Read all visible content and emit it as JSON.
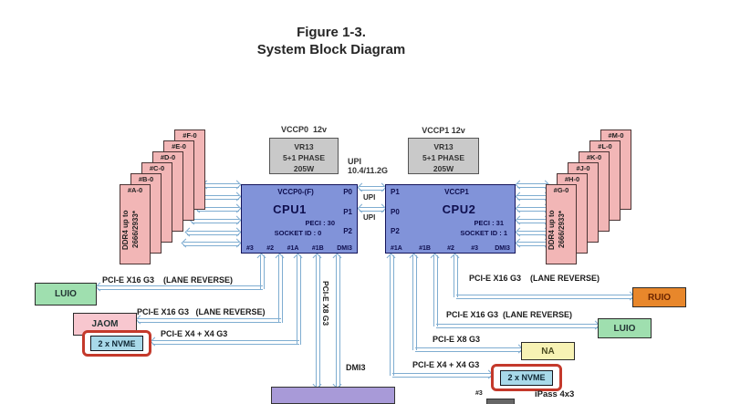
{
  "title": {
    "line1": "Figure 1-3.",
    "line2": "System Block Diagram"
  },
  "power": {
    "left": {
      "supply": "VCCP0  12v",
      "name": "VR13",
      "phase": "5+1 PHASE",
      "watts": "205W"
    },
    "right": {
      "supply": "VCCP1 12v",
      "name": "VR13",
      "phase": "5+1 PHASE",
      "watts": "205W"
    }
  },
  "upi": {
    "name": "UPI",
    "speed": "10.4/11.2G",
    "link1": "UPI",
    "link2": "UPI"
  },
  "cpu1": {
    "top_label": "VCCP0-(F)",
    "name": "CPU1",
    "peci": "PECI : 30",
    "socket": "SOCKET ID : 0",
    "ports_right": [
      "P0",
      "P1",
      "P2"
    ],
    "ports_bottom": [
      "#3",
      "#2",
      "#1A",
      "#1B",
      "DMI3"
    ]
  },
  "cpu2": {
    "top_label": "VCCP1",
    "name": "CPU2",
    "peci": "PECI : 31",
    "socket": "SOCKET ID : 1",
    "ports_left": [
      "P1",
      "P0",
      "P2"
    ],
    "ports_bottom": [
      "#1A",
      "#1B",
      "#2",
      "#3",
      "DMI3"
    ]
  },
  "memory_left": {
    "front_line1": "DDR4 up to",
    "front_line2": "2666/2933*",
    "slots": [
      "#A-0",
      "#B-0",
      "#C-0",
      "#D-0",
      "#E-0",
      "#F-0"
    ]
  },
  "memory_right": {
    "front_line1": "DDR4 up to",
    "front_line2": "2666/2933*",
    "slots": [
      "#G-0",
      "#H-0",
      "#J-0",
      "#K-0",
      "#L-0",
      "#M-0"
    ]
  },
  "left_links": {
    "luio": {
      "label": "PCI-E X16 G3    (LANE REVERSE)",
      "target": "LUIO"
    },
    "jaom": {
      "label": "PCI-E X16 G3   (LANE REVERSE)",
      "target": "JAOM"
    },
    "nvme": {
      "label": "PCI-E X4 + X4 G3",
      "target": "2 x NVME"
    }
  },
  "center_links": {
    "pcie_x8": "PCI-E X8 G3",
    "dmi3": "DMI3"
  },
  "right_links": {
    "ruio": {
      "label": "PCI-E X16 G3    (LANE REVERSE)",
      "target": "RUIO"
    },
    "luio": {
      "label": "PCI-E X16 G3  (LANE REVERSE)",
      "target": "LUIO"
    },
    "na": {
      "label": "PCI-E X8 G3",
      "target": "NA"
    },
    "nvme": {
      "label": "PCI-E X4 + X4 G3",
      "target": "2 x NVME"
    }
  },
  "bottom_right": {
    "ipass": "iPass 4x3",
    "port": "#3"
  },
  "colors": {
    "cpu": "#8193d9",
    "vr": "#c9c9c9",
    "ddr": "#f2b6b6",
    "luio_green": "#9fdfaf",
    "jaom_pink": "#f8c7cf",
    "nvme_blue": "#a8d9e9",
    "nvme_ring": "#c4392b",
    "ruio_orange": "#e8872b",
    "na_yellow": "#f7f2b4",
    "pch_purple": "#a89ad8",
    "bus_line": "#7fadd1"
  }
}
